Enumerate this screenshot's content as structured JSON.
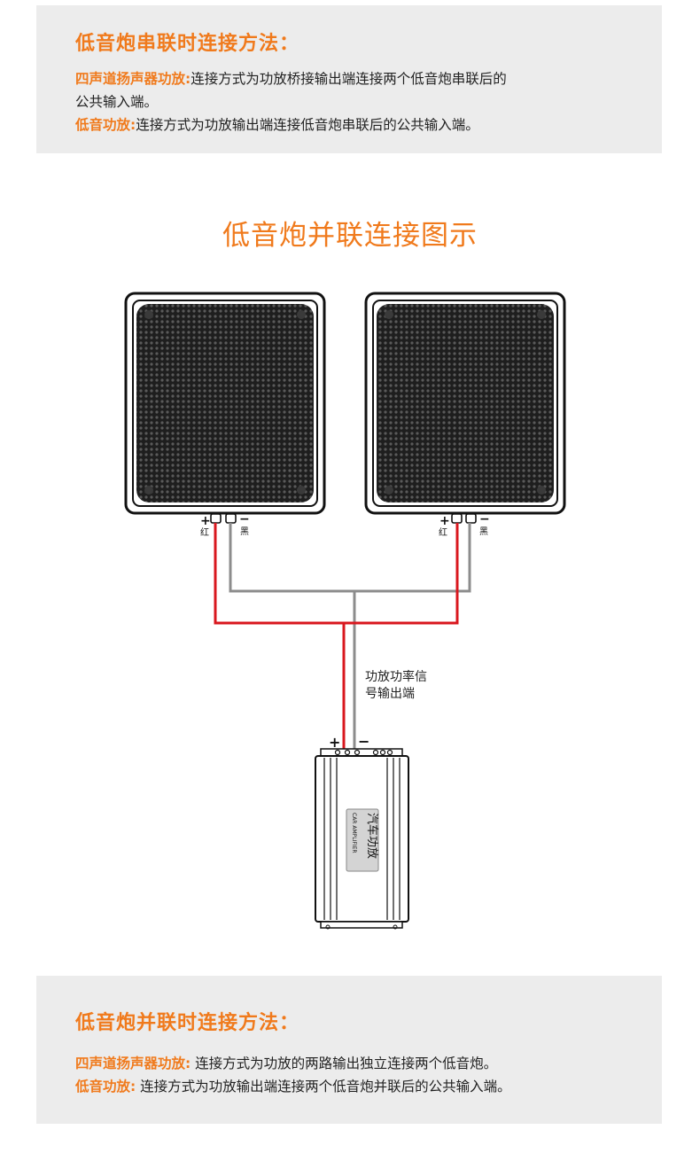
{
  "top_box": {
    "title": "低音炮串联时连接方法：",
    "line1_label": "四声道扬声器功放:",
    "line1_text": "连接方式为功放桥接输出端连接两个低音炮串联后的",
    "line1_cont": "公共输入端。",
    "line2_label": "低音功放:",
    "line2_text": "连接方式为功放输出端连接低音炮串联后的公共输入端。"
  },
  "diagram": {
    "title": "低音炮并联连接图示",
    "left_speaker": {
      "plus": "+",
      "minus": "−",
      "plus_color": "红",
      "minus_color": "黑"
    },
    "right_speaker": {
      "plus": "+",
      "minus": "−",
      "plus_color": "红",
      "minus_color": "黑"
    },
    "signal_label_line1": "功放功率信",
    "signal_label_line2": "号输出端",
    "amp_plus": "+",
    "amp_minus": "−",
    "amp_label_cn": "汽车功放",
    "amp_label_en": "CAR AMPLIFIER",
    "wire_colors": {
      "red": "#d9171e",
      "gray": "#8c8c8c"
    }
  },
  "bottom_box": {
    "title": "低音炮并联时连接方法：",
    "line1_label": "四声道扬声器功放:",
    "line1_text": " 连接方式为功放的两路输出独立连接两个低音炮。",
    "line2_label": "低音功放:",
    "line2_text": " 连接方式为功放输出端连接两个低音炮并联后的公共输入端。"
  },
  "colors": {
    "accent": "#f07a1c",
    "panel_bg": "#ececec"
  }
}
